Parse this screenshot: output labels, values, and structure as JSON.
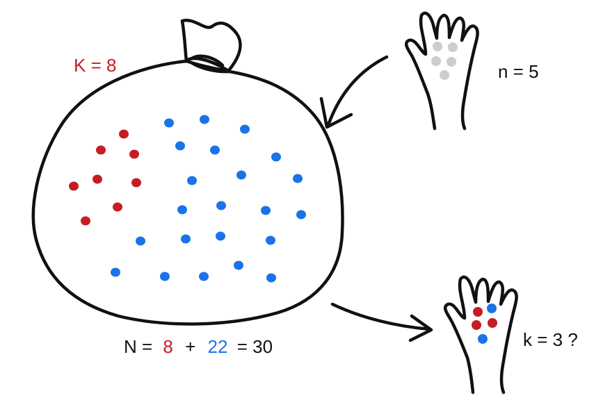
{
  "labels": {
    "big_k": "K = 8",
    "small_n": "n = 5",
    "small_k": "k = 3 ?",
    "total_prefix": "N =",
    "total_red": "8",
    "total_plus": "+",
    "total_blue": "22",
    "total_suffix": "= 30"
  },
  "colors": {
    "red": "#c51d24",
    "blue": "#1a73e8",
    "gray": "#cccccc",
    "ink": "#111111"
  },
  "bag": {
    "red_balls": 8,
    "blue_balls": 22,
    "total_balls": 30
  },
  "draw": {
    "drawn_balls": 5,
    "drawn_red": 3,
    "drawn_blue": 2
  },
  "icons": [
    "sack-icon",
    "hand-icon",
    "arrow-icon"
  ]
}
